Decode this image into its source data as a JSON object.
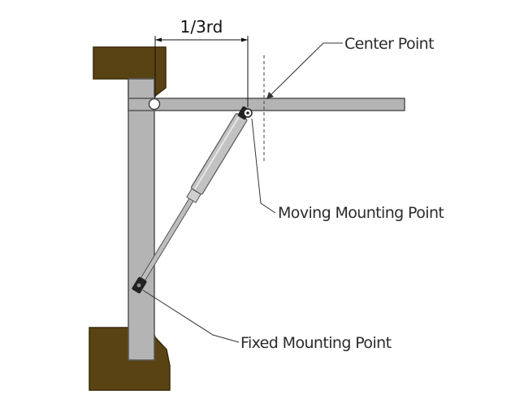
{
  "labels": {
    "dimension": "1/3rd",
    "center_point": "Center Point",
    "moving_mount": "Moving Mounting Point",
    "fixed_mount": "Fixed Mounting Point"
  },
  "colors": {
    "wall": "#5a4312",
    "wall_edge": "#3a2a08",
    "steel": "#b4b4b4",
    "steel_edge": "#555555",
    "shaft": "#bdbdbd",
    "fitting": "#222222",
    "leader": "#333333"
  }
}
